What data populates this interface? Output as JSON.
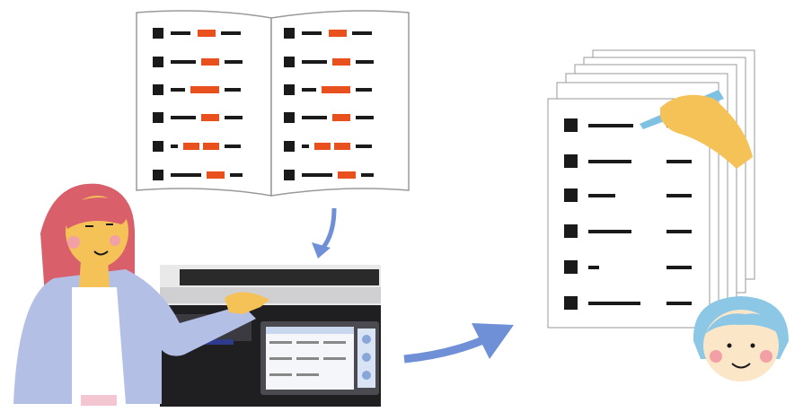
{
  "illustration": {
    "scenes": [
      "scan-paper-document",
      "copier-touchscreen",
      "digital-form-output"
    ]
  },
  "colors": {
    "accent_orange": "#e8501e",
    "ink_black": "#1a1a1a",
    "arrow_blue": "#6f8fd6",
    "hair_red": "#d9606a",
    "jacket_lavender": "#b4bfe6",
    "skin": "#f5c257",
    "hair_blue": "#8cc8e6",
    "pen_blue": "#7fc1e3",
    "paper_border": "#9a9a9a"
  }
}
